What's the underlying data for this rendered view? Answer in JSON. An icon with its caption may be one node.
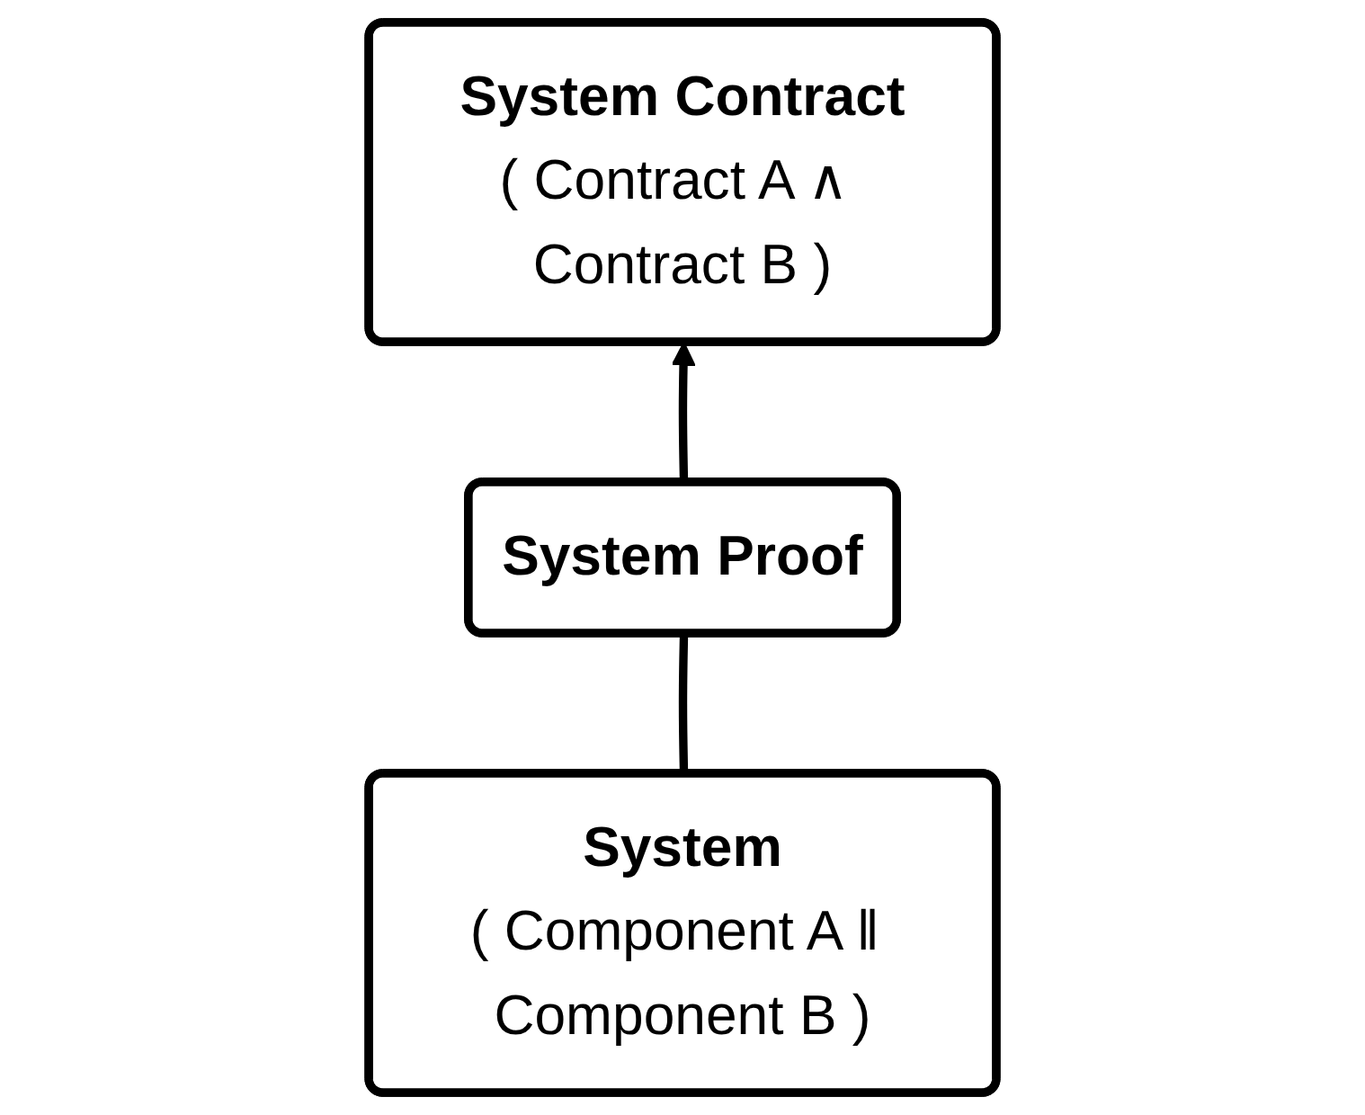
{
  "diagram": {
    "nodes": [
      {
        "text": [
          "System Contract",
          "( Contract A ∧ Contract B )"
        ]
      },
      {
        "text": [
          "System Proof"
        ]
      },
      {
        "text": [
          "System",
          "( Component A ‖ Component B )"
        ]
      }
    ],
    "edges": [
      {
        "from": 2,
        "to": 1,
        "arrow": "none"
      },
      {
        "from": 1,
        "to": 0,
        "arrow": "to"
      }
    ]
  }
}
